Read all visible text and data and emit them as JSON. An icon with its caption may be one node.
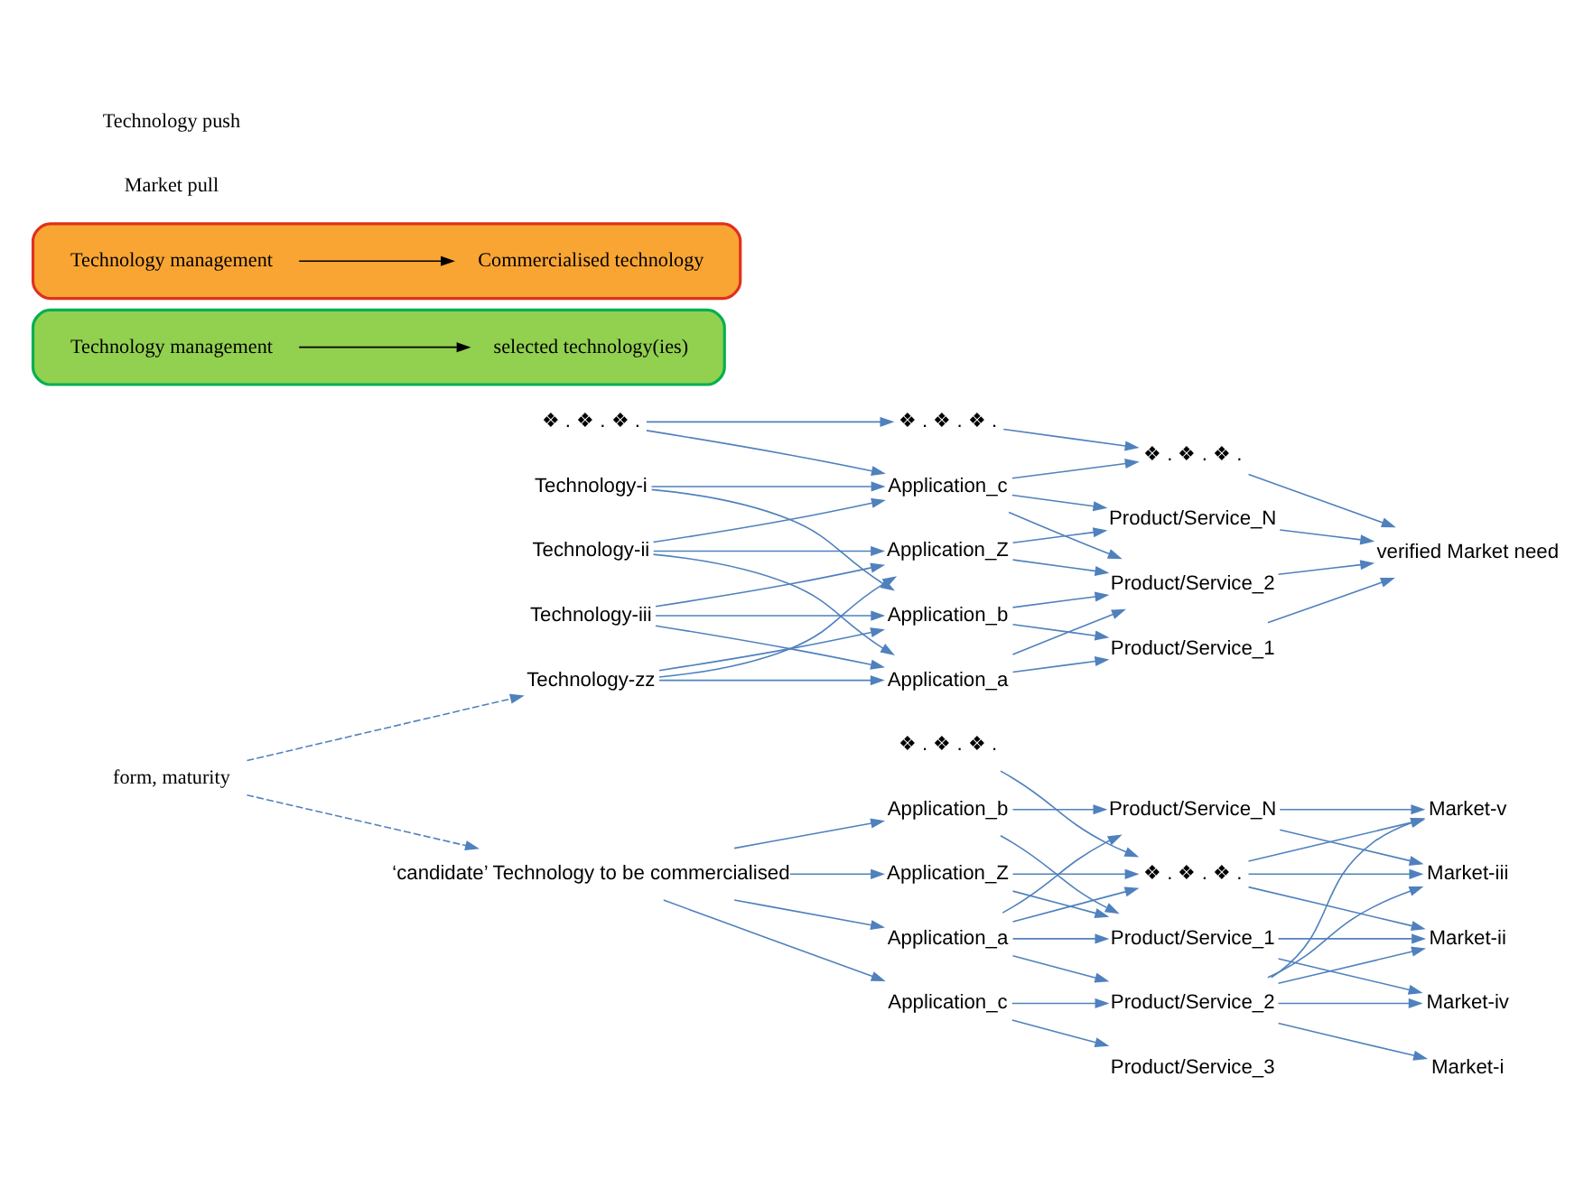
{
  "diagram": {
    "nodes": [
      {
        "text": [
          "Technology-i"
        ]
      },
      {
        "text": [
          "Technology-ii"
        ]
      },
      {
        "text": [
          "Technology-iii"
        ]
      },
      {
        "text": [
          "❖ . ❖ . ❖ ."
        ]
      },
      {
        "text": [
          "Technology-zz"
        ]
      },
      {
        "text": [
          "Application_a"
        ]
      },
      {
        "text": [
          "Application_b"
        ]
      },
      {
        "text": [
          "Application_c"
        ]
      },
      {
        "text": [
          "❖ . ❖ . ❖ ."
        ]
      },
      {
        "text": [
          "Application_Z"
        ]
      },
      {
        "text": [
          "Product/Service_1"
        ]
      },
      {
        "text": [
          "Product/Service_2"
        ]
      },
      {
        "text": [
          "❖ . ❖ . ❖ ."
        ]
      },
      {
        "text": [
          "Product/Service_N"
        ]
      },
      {
        "text": [
          "verified Market need"
        ]
      },
      {
        "text": [],
        "shape": "arrow"
      },
      {
        "text": [
          "selected technology(ies)"
        ],
        "in": 15
      },
      {
        "text": [
          "Technology management"
        ],
        "in": 15
      },
      {
        "text": [
          "form, maturity"
        ]
      },
      {
        "text": [
          "‘candidate’ Technology to be commercialised"
        ]
      },
      {
        "text": [
          "Application_a"
        ]
      },
      {
        "text": [
          "Application_b"
        ]
      },
      {
        "text": [
          "Application_c"
        ]
      },
      {
        "text": [
          "❖ . ❖ . ❖ ."
        ]
      },
      {
        "text": [
          "Application_Z"
        ]
      },
      {
        "text": [
          "Product/Service_1"
        ]
      },
      {
        "text": [
          "Product/Service_2"
        ]
      },
      {
        "text": [
          "Product/Service_3"
        ]
      },
      {
        "text": [
          "❖ . ❖ . ❖ ."
        ]
      },
      {
        "text": [
          "Product/Service_N"
        ]
      },
      {
        "text": [
          "Market-i"
        ]
      },
      {
        "text": [
          "Market-ii"
        ]
      },
      {
        "text": [
          "Market-iii"
        ]
      },
      {
        "text": [
          "Market-iv"
        ]
      },
      {
        "text": [
          "Market-v"
        ]
      },
      {
        "text": [],
        "shape": "arrow"
      },
      {
        "text": [
          "Technology management"
        ],
        "in": 35
      },
      {
        "text": [
          "Commercialised technology"
        ],
        "in": 35
      }
    ],
    "edges": [
      {
        "from": 0,
        "to": 6,
        "arrow": "to"
      },
      {
        "from": 0,
        "to": 7,
        "arrow": "to"
      },
      {
        "from": 1,
        "to": 5,
        "arrow": "to"
      },
      {
        "from": 1,
        "to": 7,
        "arrow": "to"
      },
      {
        "from": 1,
        "to": 9,
        "arrow": "to"
      },
      {
        "from": 2,
        "to": 5,
        "arrow": "to"
      },
      {
        "from": 2,
        "to": 6,
        "arrow": "to"
      },
      {
        "from": 2,
        "to": 9,
        "arrow": "to"
      },
      {
        "from": 3,
        "to": 7,
        "arrow": "to"
      },
      {
        "from": 3,
        "to": 8,
        "arrow": "to"
      },
      {
        "from": 4,
        "to": 5,
        "arrow": "to"
      },
      {
        "from": 4,
        "to": 6,
        "arrow": "to"
      },
      {
        "from": 4,
        "to": 9,
        "arrow": "to"
      },
      {
        "from": 5,
        "to": 10,
        "arrow": "to"
      },
      {
        "from": 5,
        "to": 11,
        "arrow": "to"
      },
      {
        "from": 6,
        "to": 10,
        "arrow": "to"
      },
      {
        "from": 6,
        "to": 11,
        "arrow": "to"
      },
      {
        "from": 7,
        "to": 11,
        "arrow": "to"
      },
      {
        "from": 7,
        "to": 12,
        "arrow": "to"
      },
      {
        "from": 7,
        "to": 13,
        "arrow": "to"
      },
      {
        "from": 8,
        "to": 12,
        "arrow": "to"
      },
      {
        "from": 9,
        "to": 11,
        "arrow": "to"
      },
      {
        "from": 9,
        "to": 13,
        "arrow": "to"
      },
      {
        "from": 10,
        "to": 14,
        "arrow": "to"
      },
      {
        "from": 11,
        "to": 14,
        "arrow": "to"
      },
      {
        "from": 12,
        "to": 14,
        "arrow": "to"
      },
      {
        "from": 13,
        "to": 14,
        "arrow": "to"
      },
      {
        "from": 17,
        "to": 16,
        "arrow": "to",
        "color": "#000000"
      },
      {
        "from": 18,
        "to": 4,
        "arrow": "to",
        "style": "dashed"
      },
      {
        "from": 18,
        "to": 19,
        "arrow": "to",
        "style": "dashed"
      },
      {
        "from": 19,
        "to": 20,
        "arrow": "to"
      },
      {
        "from": 19,
        "to": 21,
        "arrow": "to"
      },
      {
        "from": 19,
        "to": 22,
        "arrow": "to"
      },
      {
        "from": 19,
        "to": 24,
        "arrow": "to"
      },
      {
        "from": 20,
        "to": 25,
        "arrow": "to"
      },
      {
        "from": 20,
        "to": 26,
        "arrow": "to"
      },
      {
        "from": 20,
        "to": 28,
        "arrow": "to"
      },
      {
        "from": 20,
        "to": 29,
        "arrow": "to"
      },
      {
        "from": 21,
        "to": 25,
        "arrow": "to"
      },
      {
        "from": 21,
        "to": 29,
        "arrow": "to"
      },
      {
        "from": 22,
        "to": 26,
        "arrow": "to"
      },
      {
        "from": 22,
        "to": 27,
        "arrow": "to"
      },
      {
        "from": 23,
        "to": 28,
        "arrow": "to"
      },
      {
        "from": 24,
        "to": 25,
        "arrow": "to"
      },
      {
        "from": 24,
        "to": 28,
        "arrow": "to"
      },
      {
        "from": 25,
        "to": 31,
        "arrow": "to"
      },
      {
        "from": 25,
        "to": 33,
        "arrow": "to"
      },
      {
        "from": 26,
        "to": 30,
        "arrow": "to"
      },
      {
        "from": 26,
        "to": 31,
        "arrow": "to"
      },
      {
        "from": 26,
        "to": 32,
        "arrow": "to"
      },
      {
        "from": 26,
        "to": 33,
        "arrow": "to"
      },
      {
        "from": 26,
        "to": 34,
        "arrow": "to"
      },
      {
        "from": 28,
        "to": 31,
        "arrow": "to"
      },
      {
        "from": 28,
        "to": 32,
        "arrow": "to"
      },
      {
        "from": 28,
        "to": 34,
        "arrow": "to"
      },
      {
        "from": 29,
        "to": 32,
        "arrow": "to"
      },
      {
        "from": 29,
        "to": 34,
        "arrow": "to"
      },
      {
        "from": 36,
        "to": 37,
        "arrow": "to",
        "color": "#000000"
      }
    ],
    "labels": [
      "Market pull",
      "Technology push"
    ]
  }
}
